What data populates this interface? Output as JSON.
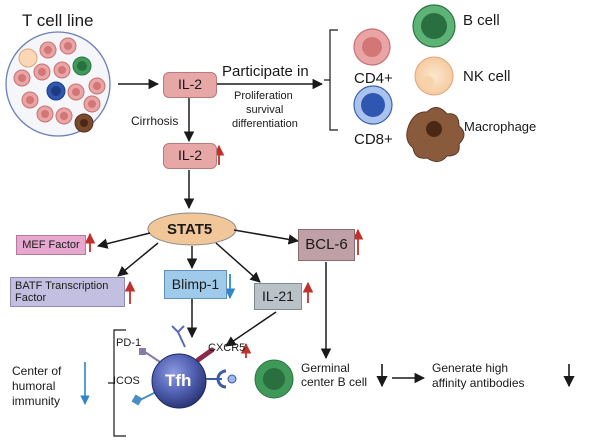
{
  "labels": {
    "t_cell_line": "T cell line",
    "il2": "IL-2",
    "il2_up": "IL-2",
    "cirrhosis": "Cirrhosis",
    "participate": "Participate in",
    "proliferation": "Proliferation",
    "survival": "survival",
    "differentiation": "differentiation",
    "cd4": "CD4+",
    "cd8": "CD8+",
    "b_cell": "B cell",
    "nk_cell": "NK cell",
    "macrophage": "Macrophage",
    "stat5": "STAT5",
    "mef": "MEF Factor",
    "batf_line1": "BATF Transcription",
    "batf_line2": "Factor",
    "blimp1": "Blimp-1",
    "il21": "IL-21",
    "bcl6": "BCL-6",
    "pd1": "PD-1",
    "icos": "ICOS",
    "cxcr5": "CXCR5",
    "tfh": "Tfh",
    "center_line1": "Center of",
    "center_line2": "humoral",
    "center_line3": "immunity",
    "germinal_line1": "Germinal",
    "germinal_line2": "center B cell",
    "generate_line1": "Generate high",
    "generate_line2": "affinity antibodies"
  },
  "colors": {
    "up_arrow": "#c0312b",
    "down_arrow": "#2f86c8",
    "il2_box": "#e8a7a7",
    "stat5_ellipse": "#f1c79a",
    "mef_box": "#e6a8cf",
    "batf_box": "#c3bfe0",
    "blimp_box": "#9fcaea",
    "il21_box": "#b9c2c6",
    "bcl6_box": "#bfa0a6",
    "tfh_cell": "#5a6ab8",
    "b_cell": "#3f9a5a"
  }
}
